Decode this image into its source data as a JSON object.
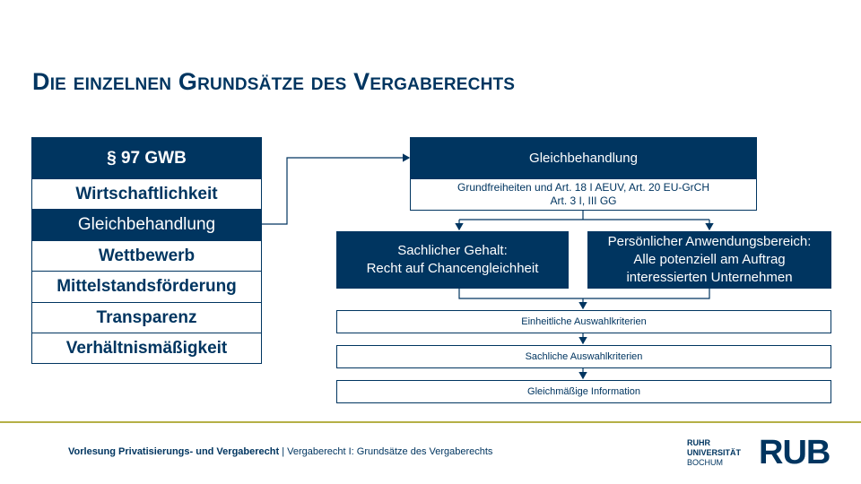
{
  "title": "Die einzelnen Grundsätze des Vergaberechts",
  "left_column": {
    "header": "§ 97 GWB",
    "items": [
      "Wirtschaftlichkeit",
      "Gleichbehandlung",
      "Wettbewerb",
      "Mittelstandsförderung",
      "Transparenz",
      "Verhältnismäßigkeit"
    ]
  },
  "diagram": {
    "top_title": "Gleichbehandlung",
    "top_sources": [
      "Grundfreiheiten und Art. 18 I AEUV, Art. 20 EU-GrCH",
      "Art. 3 I, III GG"
    ],
    "left_box": [
      "Sachlicher Gehalt:",
      "Recht auf Chancengleichheit"
    ],
    "right_box": [
      "Persönlicher Anwendungsbereich:",
      "Alle potenziell am Auftrag",
      "interessierten Unternehmen"
    ],
    "steps": [
      "Einheitliche Auswahlkriterien",
      "Sachliche Auswahlkriterien",
      "Gleichmäßige Information"
    ]
  },
  "footer": {
    "lecture": "Vorlesung Privatisierungs- und Vergaberecht",
    "separator": " | ",
    "topic": "Vergaberecht I: Grundsätze des Vergaberechts",
    "logo_text": [
      "RUHR",
      "UNIVERSITÄT",
      "BOCHUM"
    ],
    "logo_mark": "RUB"
  },
  "colors": {
    "navy": "#003560",
    "accent_line": "#b5b046"
  }
}
